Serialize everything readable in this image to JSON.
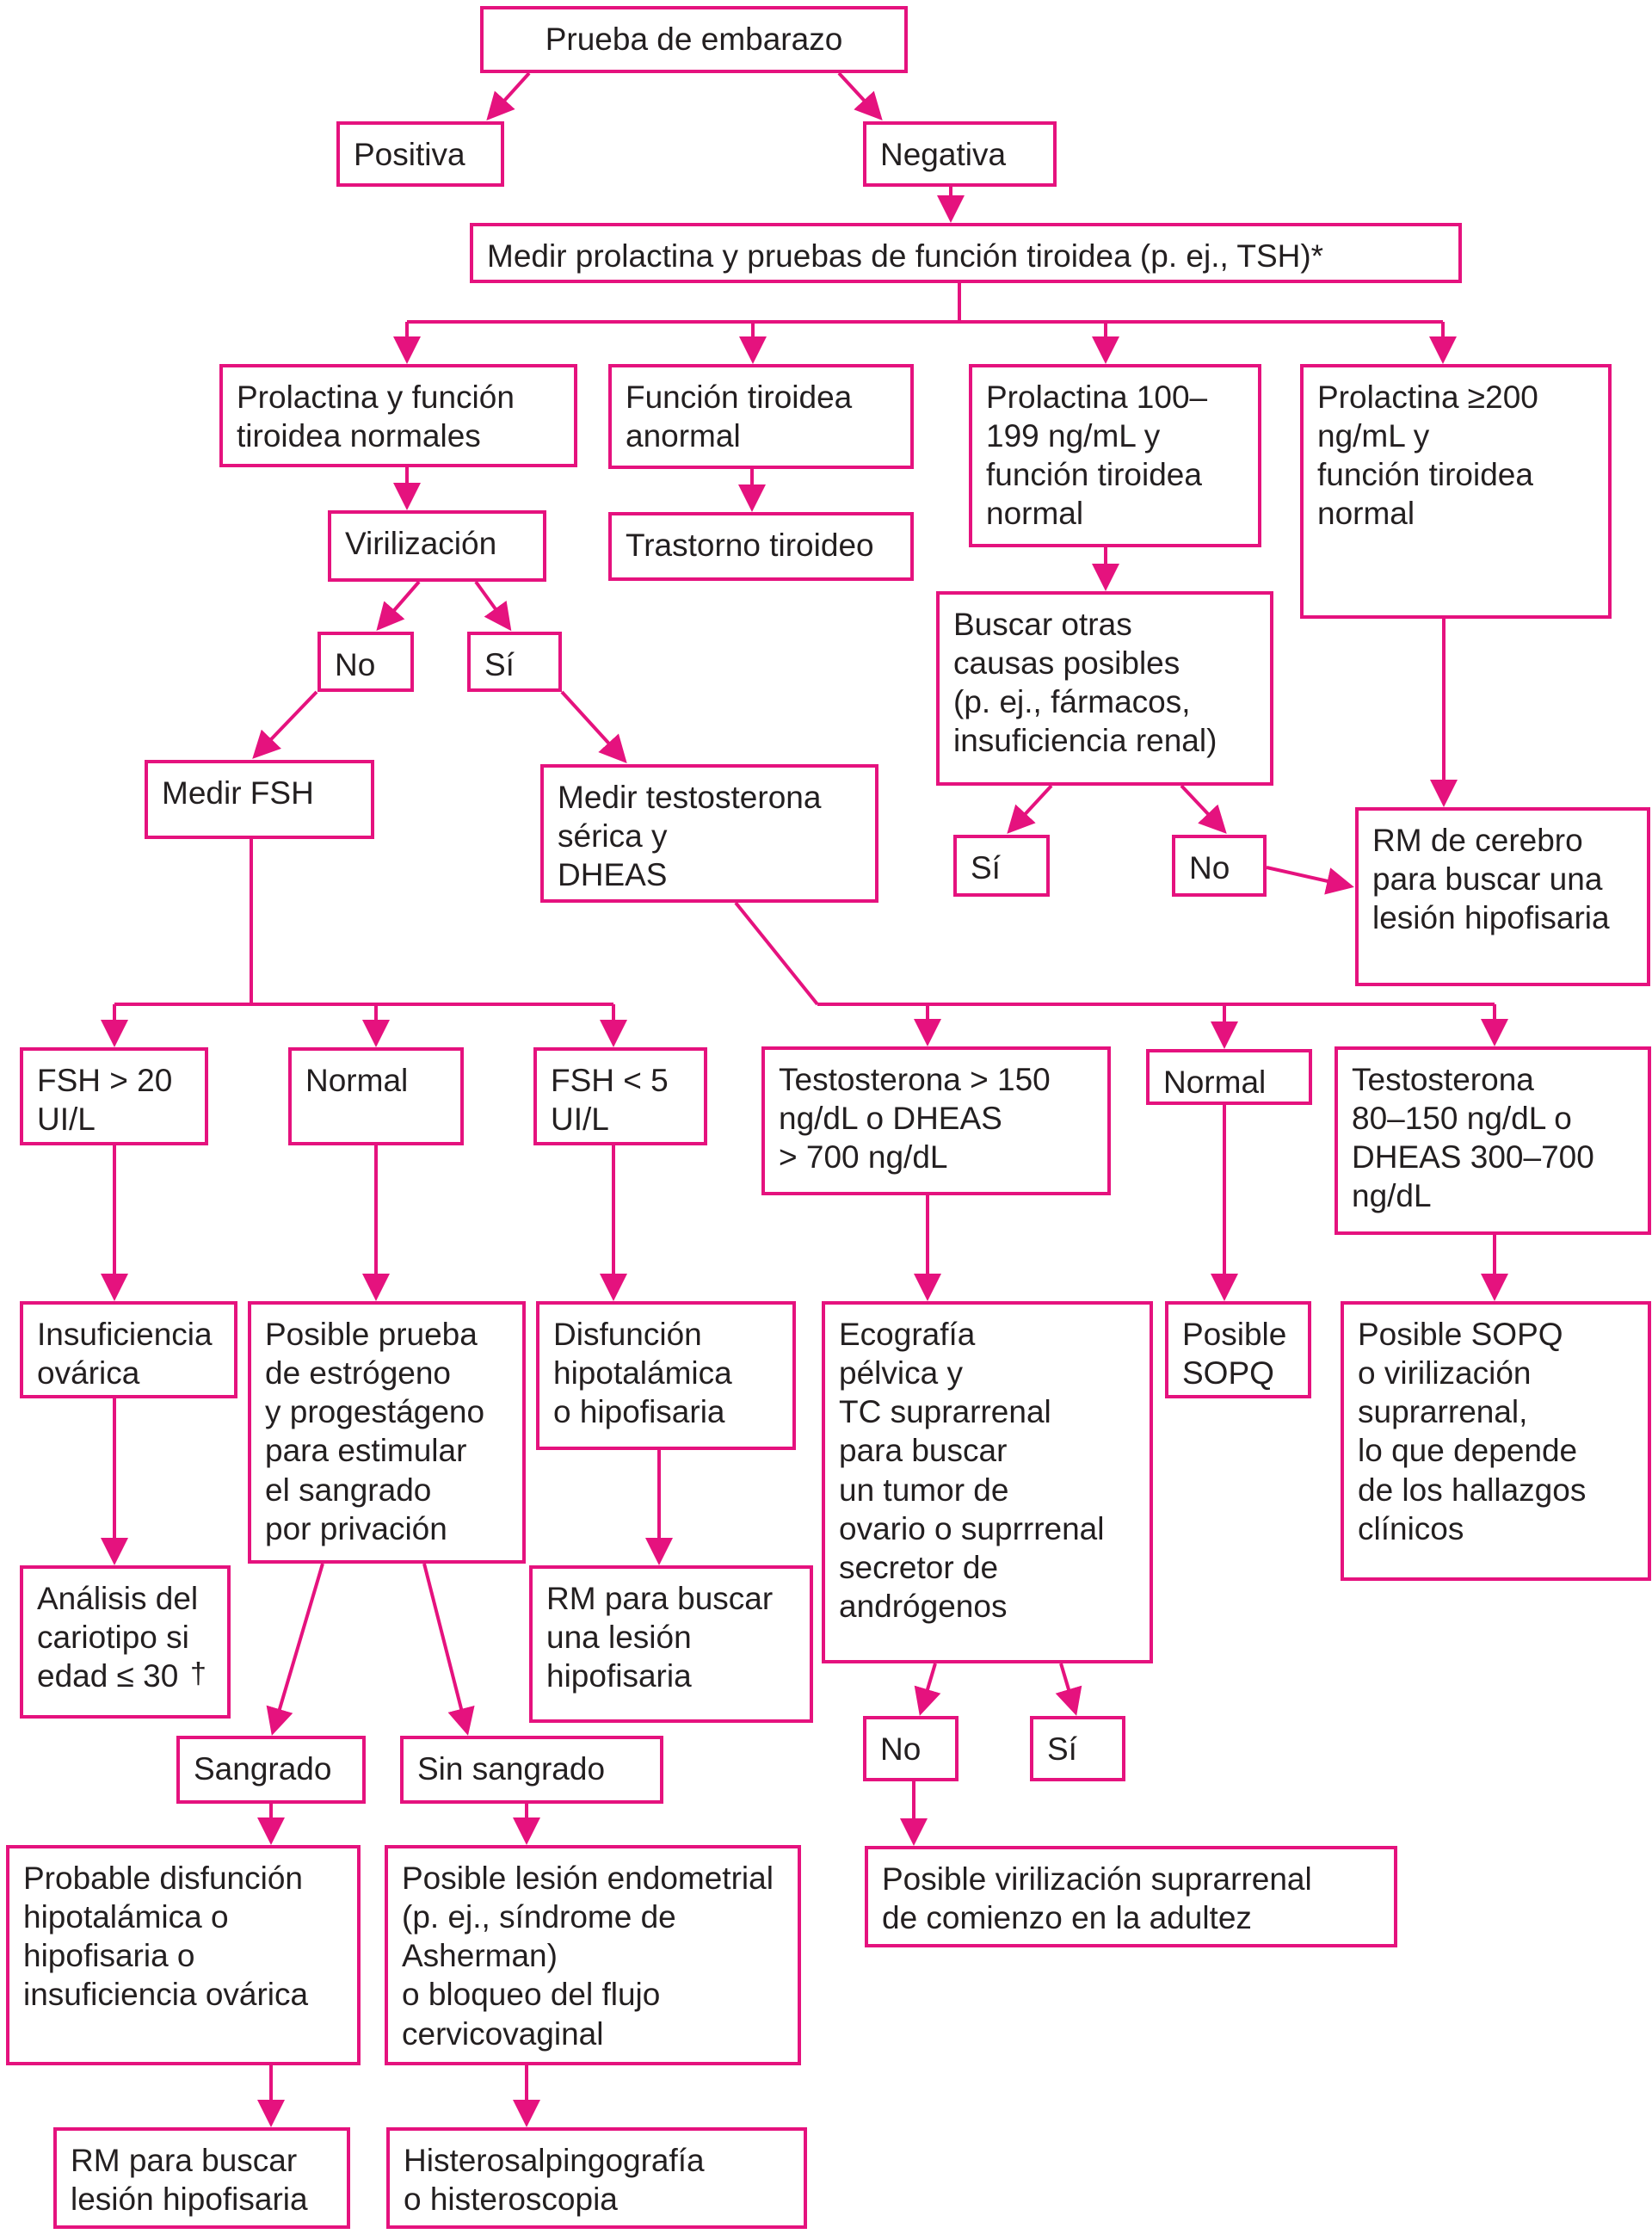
{
  "colors": {
    "accent": "#e5127e",
    "text": "#231f20"
  },
  "nodes": {
    "pregnancy_test": "Prueba de embarazo",
    "positive": "Positiva",
    "negative": "Negativa",
    "measure_prl_tsh": "Medir prolactina y pruebas de función tiroidea (p. ej., TSH)*",
    "normal_prl_thyroid": "Prolactina y función\ntiroidea normales",
    "abnormal_thyroid": "Función tiroidea\nanormal",
    "prl_100_199": "Prolactina 100–\n199 ng/mL y\nfunción tiroidea\nnormal",
    "prl_200": "Prolactina  ≥200\nng/mL y\nfunción tiroidea\nnormal",
    "thyroid_disorder": "Trastorno tiroideo",
    "virilization": "Virilización",
    "viril_no": "No",
    "viril_yes": "Sí",
    "other_causes": "Buscar otras\ncausas posibles\n(p. ej., fármacos,\ninsuficiencia renal)",
    "other_yes": "Sí",
    "other_no": "No",
    "brain_mri": "RM de cerebro\npara  buscar una\nlesión hipofisaria",
    "measure_fsh": "Medir FSH",
    "measure_testosterone": "Medir testosterona\nsérica y\nDHEAS",
    "fsh_gt20": "FSH > 20\nUI/L",
    "fsh_normal": "Normal",
    "fsh_lt5": "FSH < 5\nUI/L",
    "testo_high": "Testosterona > 150\nng/dL o DHEAS\n> 700 ng/dL",
    "testo_normal": "Normal",
    "testo_mid": "Testosterona\n80–150 ng/dL o\nDHEAS 300–700\nng/dL",
    "ovarian_failure": "Insuficiencia\novárica",
    "progestin_test": "Posible prueba\nde estrógeno\ny progestágeno\npara estimular\nel sangrado\npor privación",
    "hypothalamic_dysf": "Disfunción\nhipotalámica\no hipofisaria",
    "pelvic_us": "Ecografía\npélvica y\nTC suprarrenal\npara buscar\nun tumor de\novario o suprrrenal\nsecretor de\nandrógenos",
    "possible_pcos": "Posible\nSOPQ",
    "pcos_or_adrenal": "Posible SOPQ\no virilización\nsuprarrenal,\nlo que depende\nde los hallazgos\nclínicos",
    "karyotype": "Análisis del\ncariotipo si\nedad ≤ 30",
    "karyotype_mark": "†",
    "mri_pituitary_lesion": "RM para buscar\nuna lesión\nhipofisaria",
    "bleeding": "Sangrado",
    "no_bleeding": "Sin sangrado",
    "tumor_no": "No",
    "tumor_yes": "Sí",
    "probable_dysf": "Probable disfunción\nhipotalámica o\nhipofisaria o\ninsuficiencia ovárica",
    "endometrial_lesion": "Posible lesión endometrial\n(p. ej., síndrome de\nAsherman)\no bloqueo del flujo\ncervicovaginal",
    "adult_onset": "Posible virilización suprarrenal\nde comienzo en la adultez",
    "mri_search_lesion": "RM para buscar\nlesión hipofisaria",
    "hysterosalpingo": "Histerosalpingografía\no histeroscopia"
  }
}
